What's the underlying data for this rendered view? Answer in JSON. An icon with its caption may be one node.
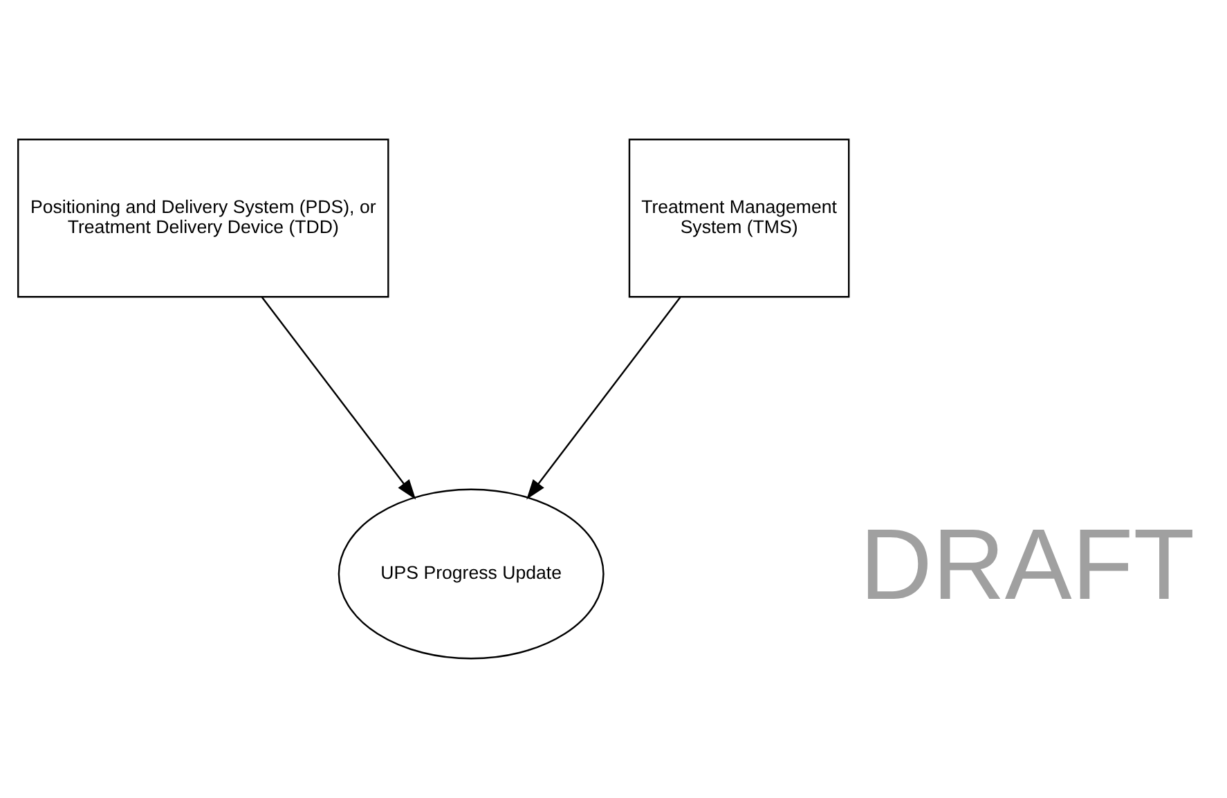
{
  "diagram": {
    "nodes": [
      {
        "text": [
          "Positioning and Delivery System (PDS), or Treatment Delivery Device (TDD)"
        ]
      },
      {
        "text": [
          "Treatment Management System (TMS)"
        ]
      },
      {
        "text": [
          "UPS Progress Update"
        ]
      }
    ],
    "edges": [
      {
        "from": 0,
        "to": 2,
        "arrow": "to"
      },
      {
        "from": 1,
        "to": 2,
        "arrow": "to"
      }
    ],
    "labels": [
      "DRAFT"
    ]
  }
}
